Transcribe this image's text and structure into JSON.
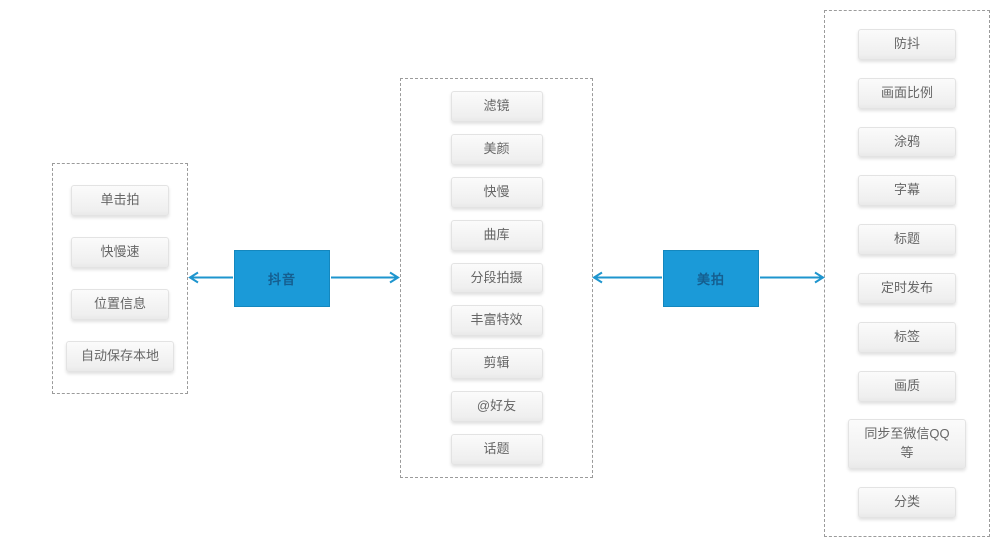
{
  "diagram": {
    "hubs": {
      "hub1": {
        "label": "抖音"
      },
      "hub2": {
        "label": "美拍"
      }
    },
    "groups": {
      "left": {
        "items": [
          "单击拍",
          "快慢速",
          "位置信息",
          "自动保存本地"
        ]
      },
      "middle": {
        "items": [
          "滤镜",
          "美颜",
          "快慢",
          "曲库",
          "分段拍摄",
          "丰富特效",
          "剪辑",
          "@好友",
          "话题"
        ]
      },
      "right": {
        "items": [
          "防抖",
          "画面比例",
          "涂鸦",
          "字幕",
          "标题",
          "定时发布",
          "标签",
          "画质",
          "同步至微信QQ等",
          "分类"
        ]
      }
    },
    "colors": {
      "hub_fill": "#1b9ad8",
      "hub_border": "#1487be",
      "hub_text": "#155e8f",
      "arrow": "#1e95ce",
      "dashed_border": "#9b9b9b",
      "pill_background": "#f2f2f2",
      "pill_text": "#666666",
      "page_background": "#ffffff"
    }
  }
}
